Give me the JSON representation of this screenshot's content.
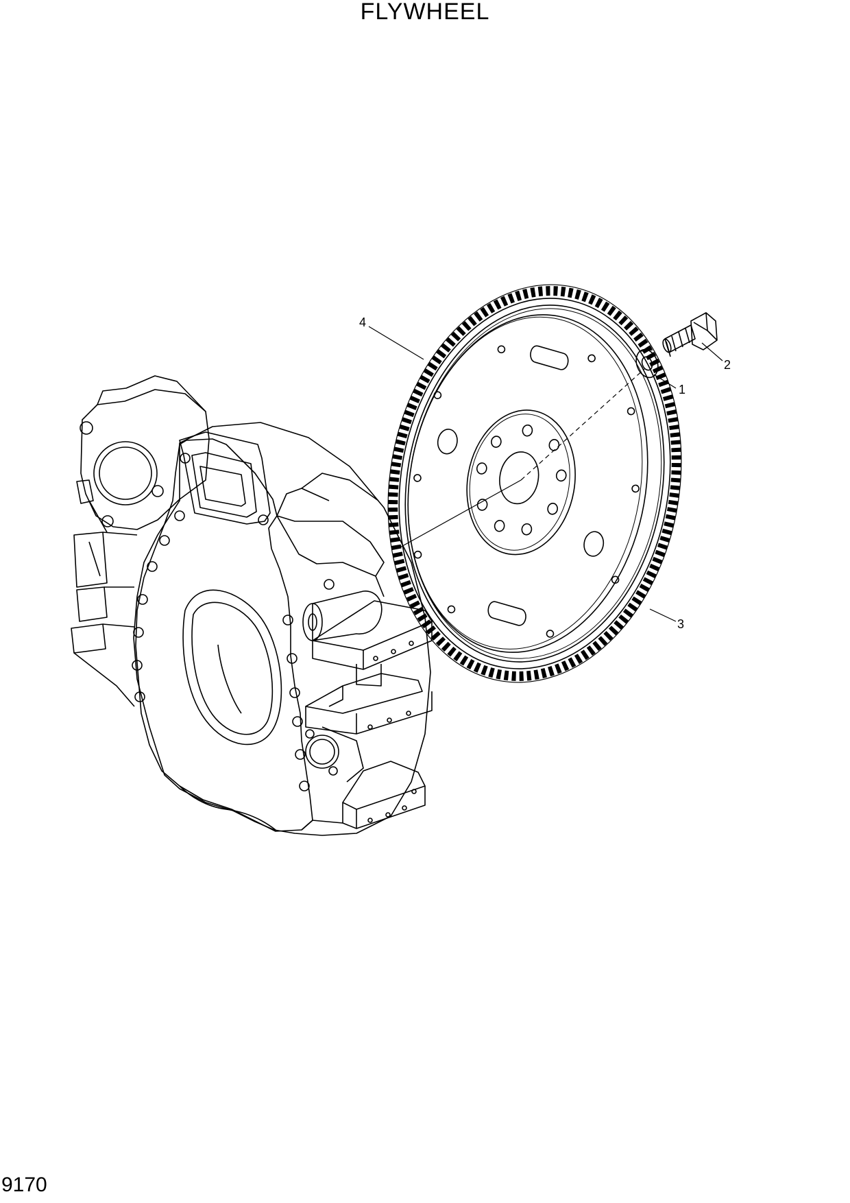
{
  "title": "FLYWHEEL",
  "page_number": "9170",
  "callouts": [
    {
      "id": "1",
      "label": "1"
    },
    {
      "id": "2",
      "label": "2"
    },
    {
      "id": "3",
      "label": "3"
    },
    {
      "id": "4",
      "label": "4"
    }
  ]
}
